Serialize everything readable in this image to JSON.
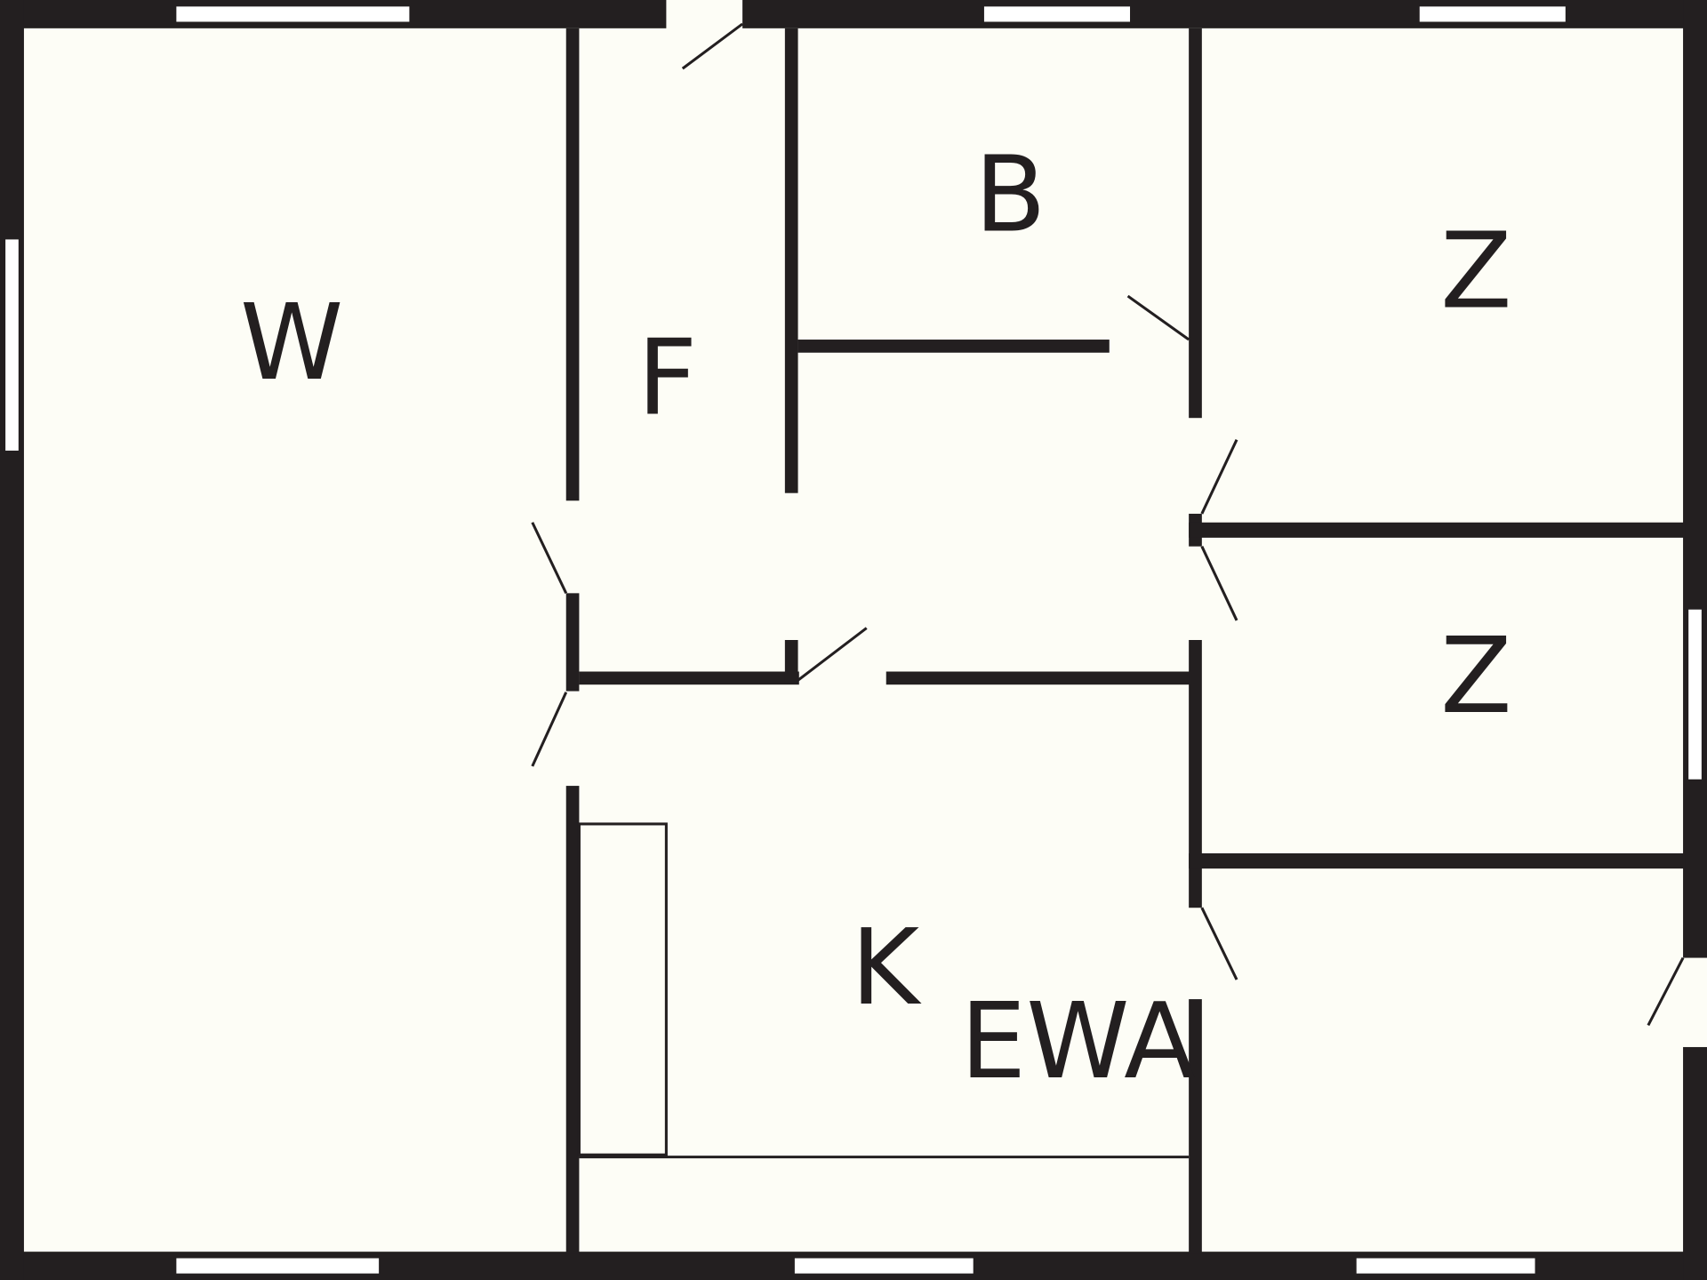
{
  "floor_plan": {
    "rooms": {
      "living": "W",
      "hall": "F",
      "bath": "B",
      "bedroom_1": "Z",
      "bedroom_2": "Z",
      "kitchen": "K",
      "dining": "EWA"
    },
    "colors": {
      "background": "#fdfdf6",
      "wall": "#231f20",
      "window": "#ffffff"
    }
  }
}
